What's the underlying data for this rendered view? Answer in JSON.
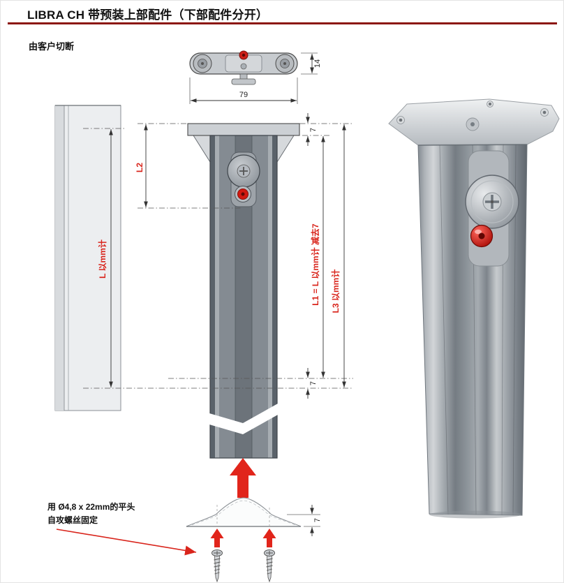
{
  "header": {
    "title": "LIBRA CH 带预装上部配件（下部配件分开）"
  },
  "annotations": {
    "cut_note": "由客户切断",
    "screw_note_line1": "用 Ø4,8 x 22mm的平头",
    "screw_note_line2": "自攻螺丝固定"
  },
  "dimensions": {
    "bracket_height_mm": "14",
    "bracket_width_mm": "79",
    "plate_thickness_mm": "7",
    "l2_label": "L2",
    "l_label": "L 以mm计",
    "l1_label": "L1 = L 以mm计 减去7",
    "l3_label": "L3 以mm计",
    "bottom_offset_mm": "7",
    "cap_height_mm": "7"
  },
  "colors": {
    "title_rule": "#8c1710",
    "dimension_red": "#d9251c",
    "arrow_red": "#e1251b",
    "profile_gray": "#848b92"
  },
  "icons": {
    "big_up_arrow": "solid red upward arrow",
    "small_up_arrow": "small red upward arrow",
    "leader_arrow": "red leader line with arrowhead"
  }
}
